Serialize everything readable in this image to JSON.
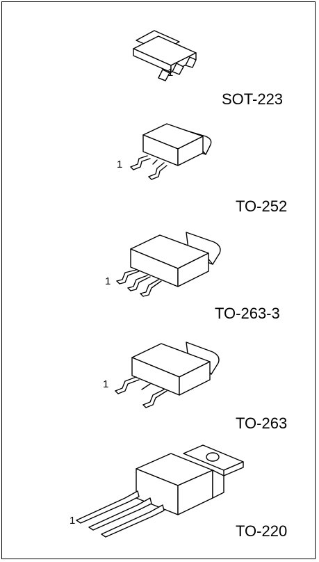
{
  "packages": [
    {
      "name": "SOT-223",
      "pin_label": "1",
      "icon": "sot-223-package-icon"
    },
    {
      "name": "TO-252",
      "pin_label": "1",
      "icon": "to-252-package-icon"
    },
    {
      "name": "TO-263-3",
      "pin_label": "1",
      "icon": "to-263-3-package-icon"
    },
    {
      "name": "TO-263",
      "pin_label": "1",
      "icon": "to-263-package-icon"
    },
    {
      "name": "TO-220",
      "pin_label": "1",
      "icon": "to-220-package-icon"
    }
  ],
  "colors": {
    "line": "#000000",
    "body_fill": "#ffffff",
    "tab_fill": "#ffffff"
  }
}
